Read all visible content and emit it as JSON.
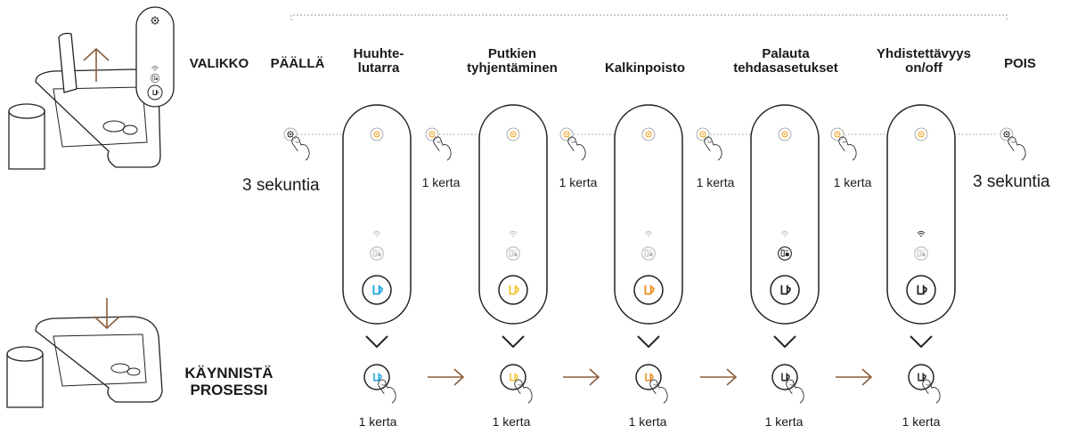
{
  "labels": {
    "menu": "VALIKKO",
    "on": "PÄÄLLÄ",
    "steps": [
      {
        "l1": "Huuhte-",
        "l2": "lutarra"
      },
      {
        "l1": "Putkien",
        "l2": "tyhjentäminen"
      },
      {
        "l1": "Kalkinpoisto",
        "l2": ""
      },
      {
        "l1": "Palauta",
        "l2": "tehdasasetukset"
      },
      {
        "l1": "Yhdistettävyys",
        "l2": "on/off"
      }
    ],
    "off": "POIS",
    "hold_left": "3 sekuntia",
    "hold_right": "3 sekuntia",
    "once": "1 kerta",
    "start_line1": "KÄYNNISTÄ",
    "start_line2": "PROSESSI"
  },
  "colors": {
    "accent_orange": "#f0a020",
    "arrow_brown": "#8b5e3c",
    "step1_cup": "#1aa3e0",
    "step2_cup": "#f2c12e",
    "step3_cup": "#ee8a1c",
    "line": "#222222"
  },
  "icons": [
    "gear-icon",
    "wifi-icon",
    "descale-icon",
    "cup-icon",
    "hand-press-icon",
    "chevron-down-icon",
    "arrow-right-icon",
    "arrow-up-icon",
    "arrow-down-icon"
  ]
}
